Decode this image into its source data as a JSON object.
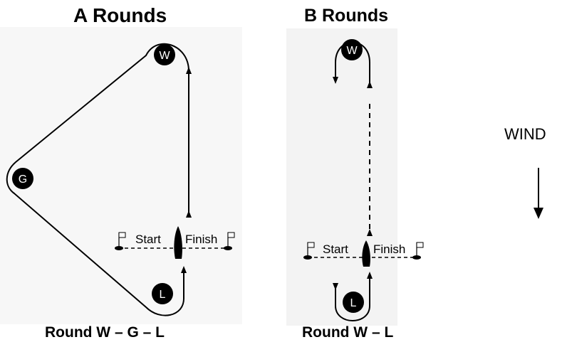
{
  "diagram_a": {
    "title": "A Rounds",
    "caption": "Round W – G – L",
    "marks": {
      "top": "W",
      "left": "G",
      "bottom": "L"
    },
    "start_label": "Start",
    "finish_label": "Finish"
  },
  "diagram_b": {
    "title": "B Rounds",
    "caption": "Round W – L",
    "marks": {
      "top": "W",
      "bottom": "L"
    },
    "start_label": "Start",
    "finish_label": "Finish"
  },
  "wind": {
    "label": "WIND",
    "direction": "down"
  }
}
